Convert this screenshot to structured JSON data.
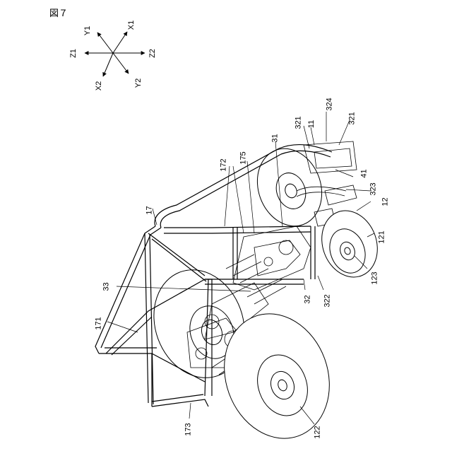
{
  "figure": {
    "title": "図７"
  },
  "axes": {
    "x1": "X1",
    "x2": "X2",
    "y1": "Y1",
    "y2": "Y2",
    "z1": "Z1",
    "z2": "Z2"
  },
  "labels": {
    "l11": "11",
    "l12": "12",
    "l17": "17",
    "l31": "31",
    "l32": "32",
    "l33": "33",
    "l41": "41",
    "l121": "121",
    "l122": "122",
    "l123": "123",
    "l171": "171",
    "l172": "172",
    "l173": "173",
    "l175": "175",
    "l321a": "321",
    "l321b": "321",
    "l322": "322",
    "l323": "323",
    "l324": "324"
  }
}
